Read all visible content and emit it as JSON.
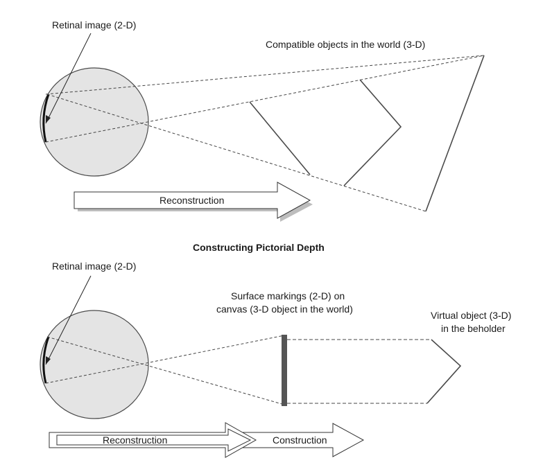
{
  "top_panel": {
    "retinal_label": "Retinal image (2-D)",
    "world_label": "Compatible objects in the world (3-D)",
    "arrow_label": "Reconstruction"
  },
  "section_title": "Constructing Pictorial Depth",
  "bottom_panel": {
    "retinal_label": "Retinal image (2-D)",
    "surface_label_line1": "Surface markings (2-D) on",
    "surface_label_line2": "canvas (3-D object in the world)",
    "virtual_label_line1": "Virtual object (3-D)",
    "virtual_label_line2": "in the beholder",
    "reconstruction_label": "Reconstruction",
    "construction_label": "Construction"
  },
  "colors": {
    "eye_fill": "#e4e4e4",
    "line": "#4a4a4a",
    "canvas": "#555555",
    "shadow": "#bdbdbd"
  }
}
